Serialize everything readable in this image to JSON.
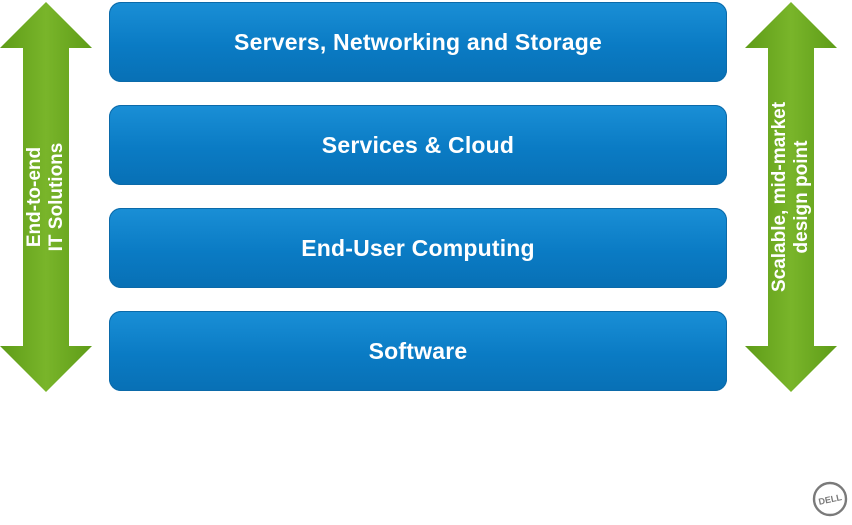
{
  "colors": {
    "bar_blue": "#0a7bc4",
    "arrow_green": "#6aaa1e",
    "text_white": "#ffffff"
  },
  "bars": [
    {
      "label": "Servers, Networking and Storage"
    },
    {
      "label": "Services & Cloud"
    },
    {
      "label": "End-User Computing"
    },
    {
      "label": "Software"
    }
  ],
  "left_arrow": {
    "line1": "End-to-end",
    "line2": "IT Solutions"
  },
  "right_arrow": {
    "line1": "Scalable, mid-market",
    "line2": "design point"
  },
  "logo": {
    "icon": "dell-logo-icon",
    "text": "DELL"
  }
}
